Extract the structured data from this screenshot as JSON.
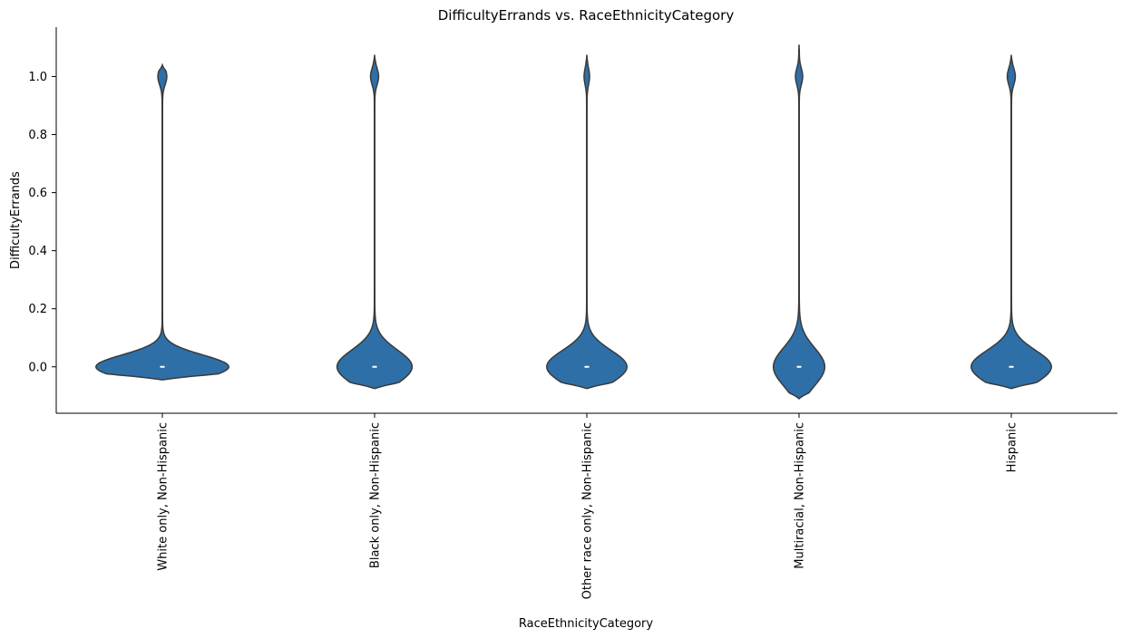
{
  "chart_data": {
    "type": "violin",
    "title": "DifficultyErrands vs. RaceEthnicityCategory",
    "xlabel": "RaceEthnicityCategory",
    "ylabel": "DifficultyErrands",
    "ylim": [
      -0.16,
      1.17
    ],
    "yticks": [
      0.0,
      0.2,
      0.4,
      0.6,
      0.8,
      1.0
    ],
    "ytick_labels": [
      "0.0",
      "0.2",
      "0.4",
      "0.6",
      "0.8",
      "1.0"
    ],
    "categories": [
      "White only, Non-Hispanic",
      "Black only, Non-Hispanic",
      "Other race only, Non-Hispanic",
      "Multiracial, Non-Hispanic",
      "Hispanic"
    ],
    "color": "#2e6fa8",
    "edge_color": "#3a3a3a",
    "grid": false,
    "legend": false,
    "spines": "left-bottom",
    "median": [
      0,
      0,
      0,
      0,
      0
    ],
    "density_bottom_extent": [
      -0.045,
      -0.075,
      -0.075,
      -0.11,
      -0.075
    ],
    "density_top_extent": [
      1.04,
      1.075,
      1.075,
      1.11,
      1.075
    ],
    "lower_mode_half_width": [
      0.78,
      0.44,
      0.47,
      0.3,
      0.47
    ],
    "upper_mode_half_width": [
      0.05,
      0.045,
      0.03,
      0.04,
      0.045
    ]
  }
}
